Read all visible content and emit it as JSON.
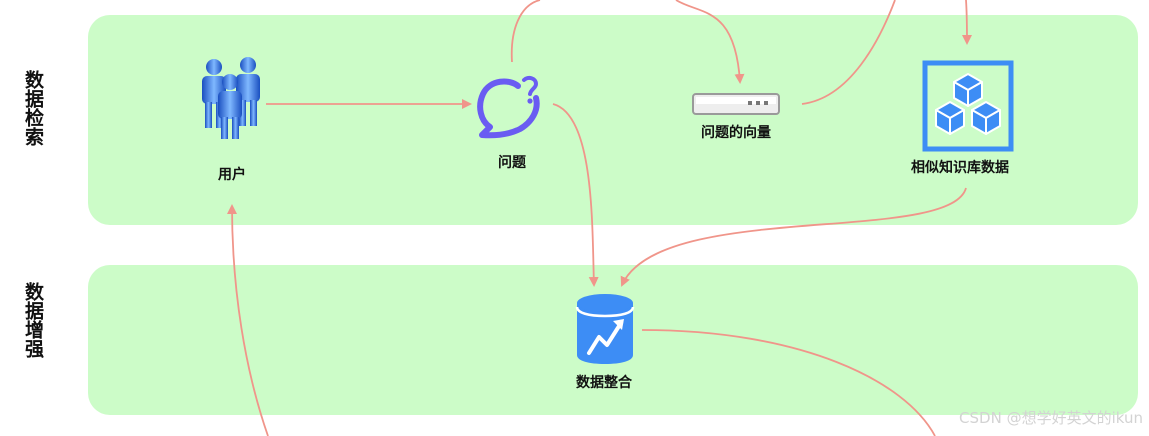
{
  "lanes": {
    "retrieval": {
      "label": "数据检索"
    },
    "augmentation": {
      "label": "数据增强"
    }
  },
  "nodes": {
    "user": {
      "label": "用户",
      "icon": "users-icon"
    },
    "question": {
      "label": "问题",
      "icon": "question-bubble-icon"
    },
    "question_vector": {
      "label": "问题的向量",
      "icon": "vector-bar-icon"
    },
    "similar_data": {
      "label": "相似知识库数据",
      "icon": "cubes-icon"
    },
    "integration": {
      "label": "数据整合",
      "icon": "database-chart-icon"
    }
  },
  "colors": {
    "lane_bg": "#ccfcc8",
    "arrow": "#f0958a",
    "icon_blue": "#3d8df5",
    "bubble_purple": "#6a5cf2"
  },
  "watermark": "CSDN @想学好英文的ikun"
}
